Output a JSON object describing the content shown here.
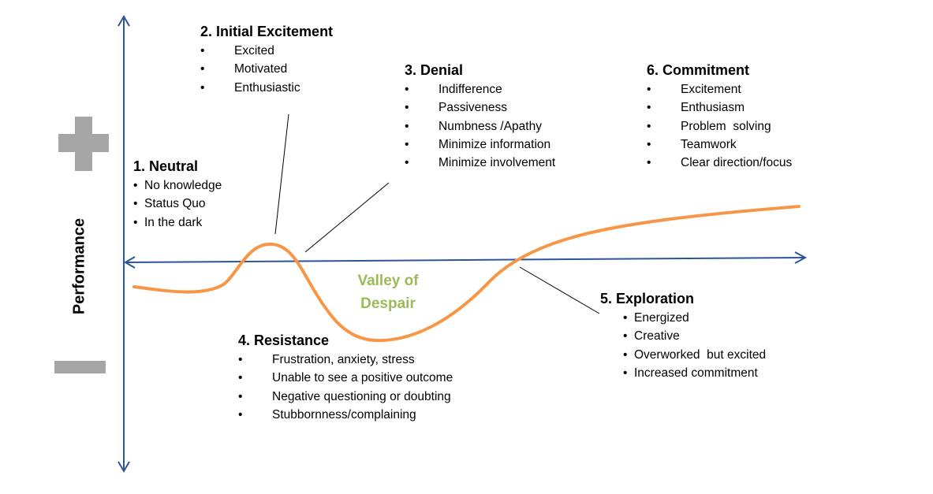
{
  "axis": {
    "label": "Performance",
    "axis_color": "#2e5597",
    "curve_color": "#f79646",
    "sign_color": "#a6a6a6",
    "plus_icon": "plus-icon",
    "minus_icon": "minus-icon"
  },
  "valley": {
    "line1": "Valley of",
    "line2": "Despair",
    "color": "#9bbb59"
  },
  "stages": [
    {
      "title": "1. Neutral",
      "items": [
        "No knowledge",
        "Status Quo",
        "In the dark"
      ]
    },
    {
      "title": "2. Initial Excitement",
      "items": [
        "Excited",
        "Motivated",
        "Enthusiastic"
      ]
    },
    {
      "title": "3. Denial",
      "items": [
        "Indifference",
        "Passiveness",
        "Numbness /Apathy",
        "Minimize information",
        "Minimize involvement"
      ]
    },
    {
      "title": "4. Resistance",
      "items": [
        "Frustration, anxiety, stress",
        "Unable to see a positive outcome",
        "Negative questioning or doubting",
        "Stubbornness/complaining"
      ]
    },
    {
      "title": "5. Exploration",
      "items": [
        "Energized",
        "Creative",
        "Overworked  but excited",
        "Increased commitment"
      ]
    },
    {
      "title": "6. Commitment",
      "items": [
        "Excitement",
        "Enthusiasm",
        "Problem  solving",
        "Teamwork",
        "Clear direction/focus"
      ]
    }
  ]
}
